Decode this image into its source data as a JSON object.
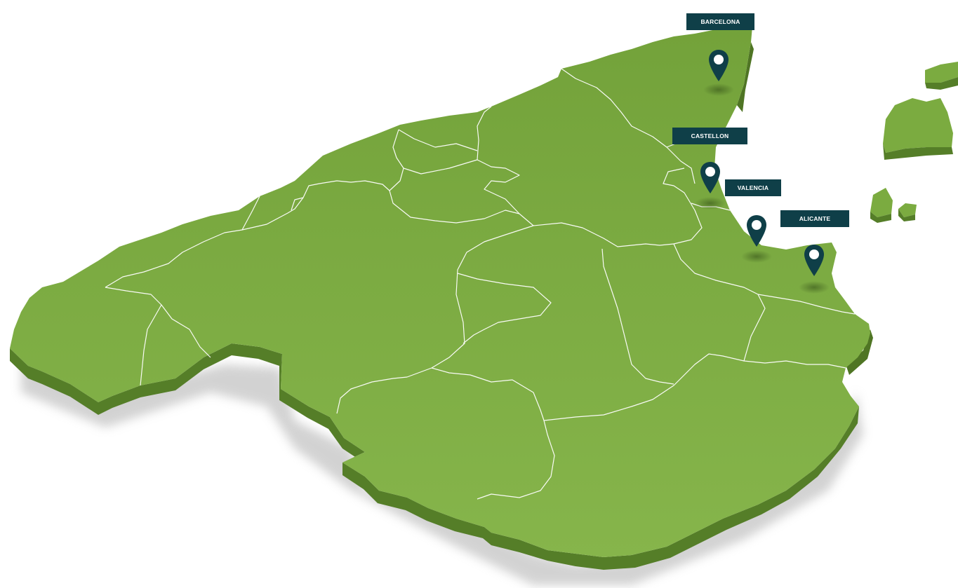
{
  "colors": {
    "land_top": "#7bab40",
    "land_side": "#557e28",
    "border_lines": "#ffffff",
    "label_bg": "#0f3f48",
    "pin_fill": "#0f3f48",
    "pin_center": "#ffffff"
  },
  "markers": [
    {
      "id": "barcelona",
      "label": "BARCELONA",
      "icon": "map-pin-icon"
    },
    {
      "id": "castellon",
      "label": "CASTELLON",
      "icon": "map-pin-icon"
    },
    {
      "id": "valencia",
      "label": "VALENCIA",
      "icon": "map-pin-icon"
    },
    {
      "id": "alicante",
      "label": "ALICANTE",
      "icon": "map-pin-icon"
    }
  ]
}
